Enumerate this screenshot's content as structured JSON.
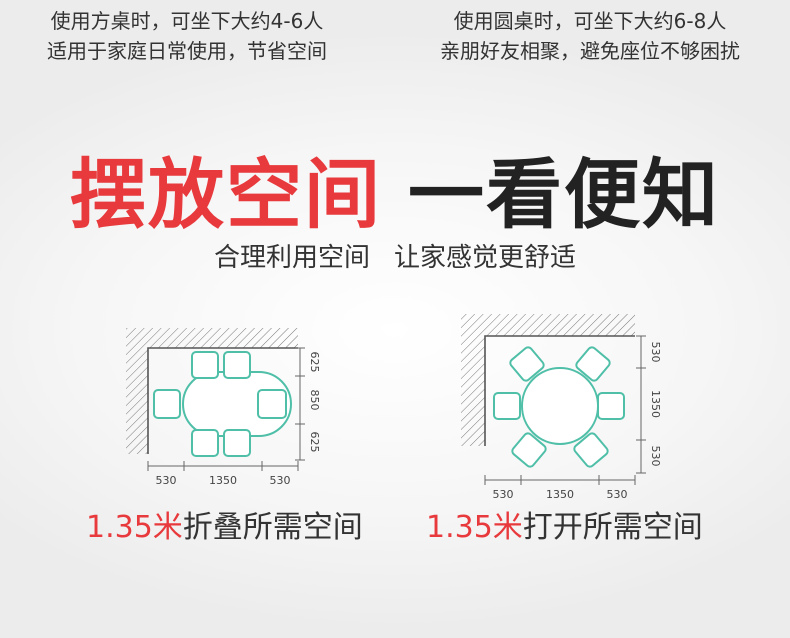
{
  "top_left": {
    "line1": "使用方桌时，可坐下大约4-6人",
    "line2": "适用于家庭日常使用，节省空间"
  },
  "top_right": {
    "line1": "使用圆桌时，可坐下大约6-8人",
    "line2": "亲朋好友相聚，避免座位不够困扰"
  },
  "headline": {
    "red": "摆放空间",
    "black": "一看便知"
  },
  "subline": {
    "part1": "合理利用空间",
    "part2": "让家感觉更舒适"
  },
  "left_diagram": {
    "right_dims": [
      "625",
      "850",
      "625"
    ],
    "bottom_dims": [
      "530",
      "1350",
      "530"
    ]
  },
  "right_diagram": {
    "right_dims": [
      "530",
      "1350",
      "530"
    ],
    "bottom_dims": [
      "530",
      "1350",
      "530"
    ]
  },
  "caption_left": {
    "number": "1.35米",
    "text": "折叠所需空间"
  },
  "caption_right": {
    "number": "1.35米",
    "text": "打开所需空间"
  },
  "colors": {
    "accent": "#e8393c",
    "teal": "#4fbfa8",
    "text": "#333333"
  }
}
